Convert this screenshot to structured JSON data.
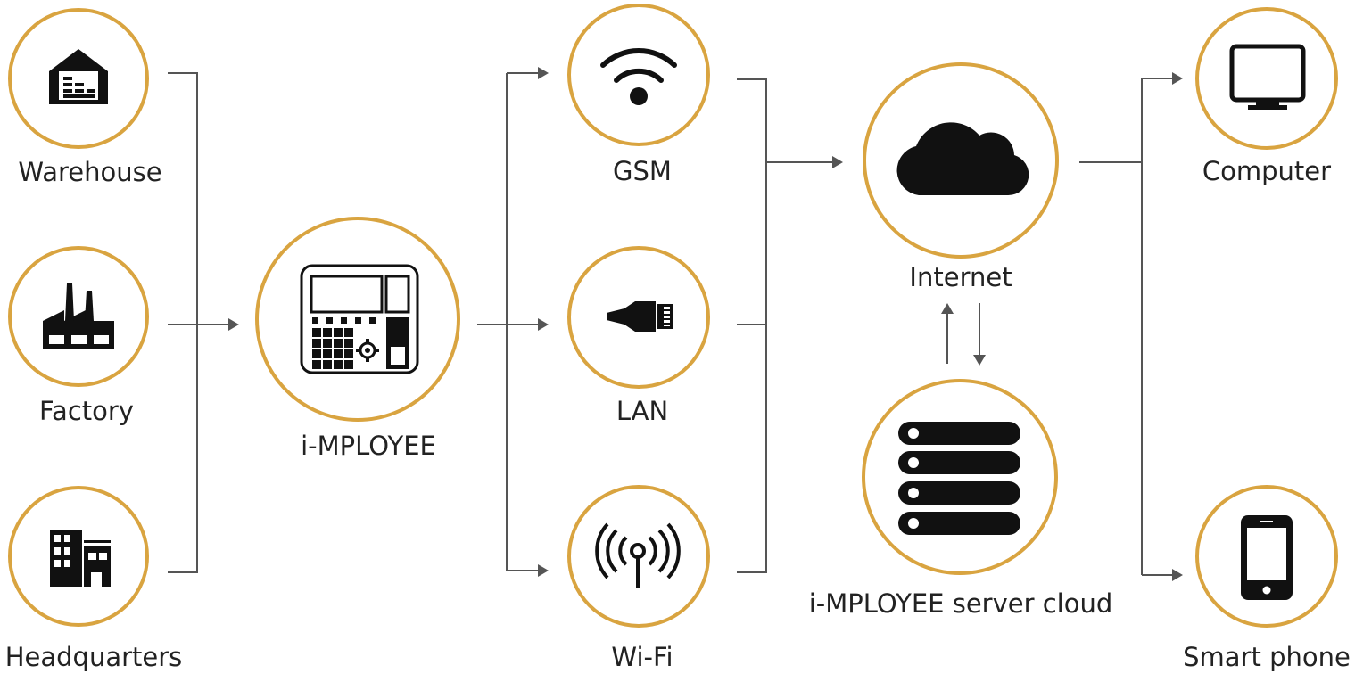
{
  "colors": {
    "ring": "#d9a440",
    "line": "#555555",
    "icon": "#111111",
    "text": "#222222"
  },
  "nodes": {
    "warehouse": {
      "label": "Warehouse",
      "icon": "warehouse-icon"
    },
    "factory": {
      "label": "Factory",
      "icon": "factory-icon"
    },
    "headquarters": {
      "label": "Headquarters",
      "icon": "office-building-icon"
    },
    "device": {
      "label": "i-MPLOYEE",
      "icon": "time-clock-terminal-icon"
    },
    "gsm": {
      "label": "GSM",
      "icon": "wifi-signal-icon"
    },
    "lan": {
      "label": "LAN",
      "icon": "ethernet-plug-icon"
    },
    "wifi": {
      "label": "Wi-Fi",
      "icon": "antenna-icon"
    },
    "internet": {
      "label": "Internet",
      "icon": "cloud-icon"
    },
    "server": {
      "label": "i-MPLOYEE server cloud",
      "icon": "server-stack-icon"
    },
    "computer": {
      "label": "Computer",
      "icon": "monitor-icon"
    },
    "phone": {
      "label": "Smart phone",
      "icon": "smartphone-icon"
    }
  }
}
